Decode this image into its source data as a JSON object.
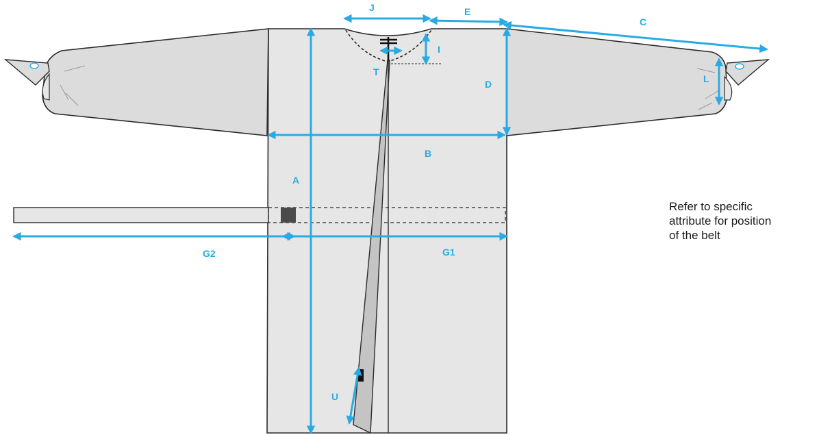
{
  "colors": {
    "garment_fill": "#e6e6e6",
    "sleeve_fill": "#dcdcdc",
    "outline": "#2b2b2b",
    "dimension": "#29abe2",
    "flap_fill": "#c4c4c4",
    "tie_mark": "#4a4a4a"
  },
  "labels": {
    "J": "J",
    "E": "E",
    "C": "C",
    "I": "I",
    "T": "T",
    "D": "D",
    "L": "L",
    "B": "B",
    "A": "A",
    "G2": "G2",
    "G1": "G1",
    "U": "U"
  },
  "note": {
    "line1": "Refer to specific",
    "line2": "attribute for position",
    "line3": "of the belt"
  }
}
